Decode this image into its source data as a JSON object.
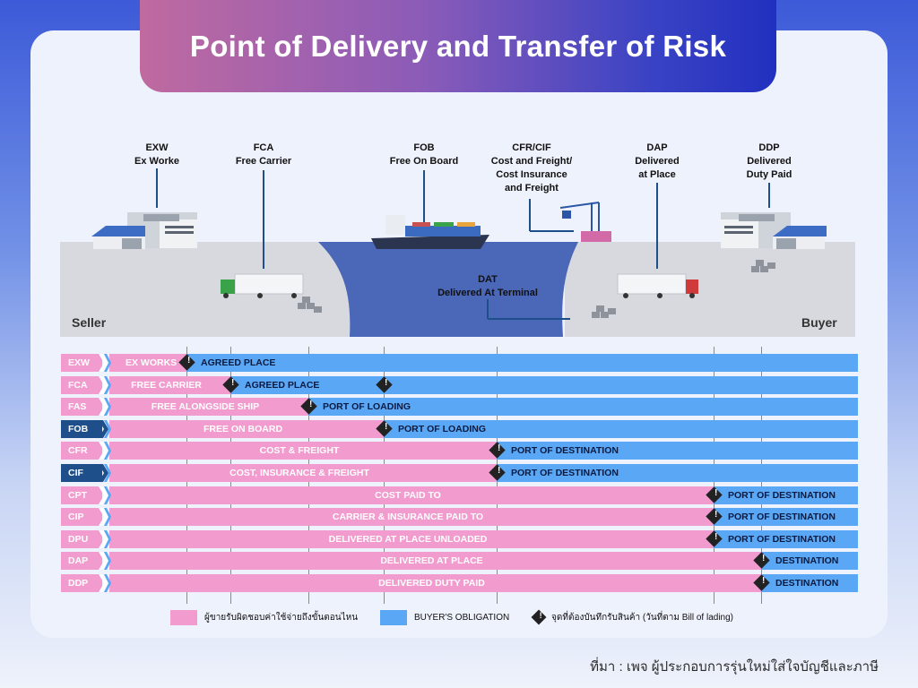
{
  "title": "Point of Delivery and Transfer of Risk",
  "scene_labels": {
    "exw": [
      "EXW",
      "Ex Worke"
    ],
    "fca": [
      "FCA",
      "Free Carrier"
    ],
    "fob": [
      "FOB",
      "Free On Board"
    ],
    "cfr": [
      "CFR/CIF",
      "Cost and Freight/",
      "Cost Insurance",
      "and Freight"
    ],
    "dap": [
      "DAP",
      "Delivered",
      "at Place"
    ],
    "ddp": [
      "DDP",
      "Delivered",
      "Duty Paid"
    ],
    "dat": [
      "DAT",
      "Delivered At Terminal"
    ]
  },
  "seller": "Seller",
  "buyer": "Buyer",
  "rows": [
    {
      "code": "EXW",
      "seller": "EX WORKS",
      "buyer": "AGREED PLACE",
      "risk": 1,
      "extra": null,
      "dark": false
    },
    {
      "code": "FCA",
      "seller": "FREE CARRIER",
      "buyer": "AGREED PLACE",
      "risk": 2,
      "extra": 4,
      "dark": false
    },
    {
      "code": "FAS",
      "seller": "FREE ALONGSIDE SHIP",
      "buyer": "PORT OF LOADING",
      "risk": 3,
      "extra": null,
      "dark": false
    },
    {
      "code": "FOB",
      "seller": "FREE ON BOARD",
      "buyer": "PORT OF LOADING",
      "risk": 4,
      "extra": null,
      "dark": true
    },
    {
      "code": "CFR",
      "seller": "COST & FREIGHT",
      "buyer": "PORT OF DESTINATION",
      "risk": 5,
      "extra": null,
      "dark": false
    },
    {
      "code": "CIF",
      "seller": "COST, INSURANCE & FREIGHT",
      "buyer": "PORT OF DESTINATION",
      "risk": 5,
      "extra": null,
      "dark": true
    },
    {
      "code": "CPT",
      "seller": "COST PAID TO",
      "buyer": "PORT OF DESTINATION",
      "risk": 6,
      "extra": null,
      "dark": false
    },
    {
      "code": "CIP",
      "seller": "CARRIER & INSURANCE PAID TO",
      "buyer": "PORT OF DESTINATION",
      "risk": 6,
      "extra": null,
      "dark": false
    },
    {
      "code": "DPU",
      "seller": "DELIVERED AT PLACE UNLOADED",
      "buyer": "PORT OF DESTINATION",
      "risk": 6,
      "extra": null,
      "dark": false
    },
    {
      "code": "DAP",
      "seller": "DELIVERED AT PLACE",
      "buyer": "DESTINATION",
      "risk": 7,
      "extra": null,
      "dark": false
    },
    {
      "code": "DDP",
      "seller": "DELIVERED DUTY PAID",
      "buyer": "DESTINATION",
      "risk": 7,
      "extra": null,
      "dark": false
    }
  ],
  "legend": {
    "seller_label": "ผู้ขายรับผิดชอบค่าใช้จ่ายถึงขั้นตอนไหน",
    "buyer_label": "BUYER'S OBLIGATION",
    "risk_label": "จุดที่ต้องบันทึกรับสินค้า (วันที่ตาม Bill of lading)"
  },
  "colors": {
    "seller": "#f29bce",
    "buyer": "#5aa7f5",
    "code_light": "#f29bce",
    "code_dark": "#1f4f8a",
    "sea": "#4a67b8",
    "land": "#d7d9de"
  },
  "source": "ที่มา : เพจ ผู้ประกอบการรุ่นใหม่ใส่ใจบัญชีและภาษี"
}
